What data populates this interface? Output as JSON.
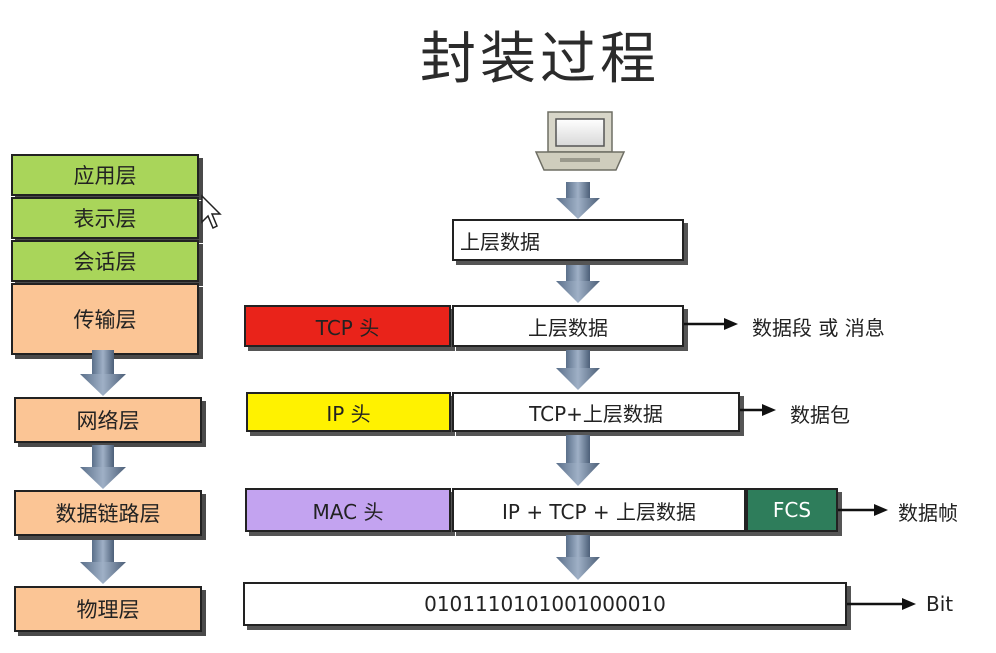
{
  "title": "封装过程",
  "osi_layers": [
    {
      "label": "应用层",
      "color": "#a9d55a"
    },
    {
      "label": "表示层",
      "color": "#a9d55a"
    },
    {
      "label": "会话层",
      "color": "#a9d55a"
    },
    {
      "label": "传输层",
      "color": "#fbc595"
    },
    {
      "label": "网络层",
      "color": "#fbc595"
    },
    {
      "label": "数据链路层",
      "color": "#fbc595"
    },
    {
      "label": "物理层",
      "color": "#fbc595"
    }
  ],
  "encapsulation": {
    "upper_data": "上层数据",
    "transport": {
      "header": "TCP 头",
      "header_color": "#e9231a",
      "payload": "上层数据",
      "result": "数据段 或 消息"
    },
    "network": {
      "header": "IP 头",
      "header_color": "#fff200",
      "payload": "TCP+上层数据",
      "result": "数据包"
    },
    "datalink": {
      "header": "MAC 头",
      "header_color": "#c3a3f0",
      "payload": "IP + TCP + 上层数据",
      "trailer": "FCS",
      "trailer_color": "#2e7d5b",
      "result": "数据帧"
    },
    "physical": {
      "bits": "0101110101001000010",
      "result": "Bit"
    }
  },
  "icons": {
    "computer": "computer-icon",
    "cursor": "cursor-icon"
  }
}
